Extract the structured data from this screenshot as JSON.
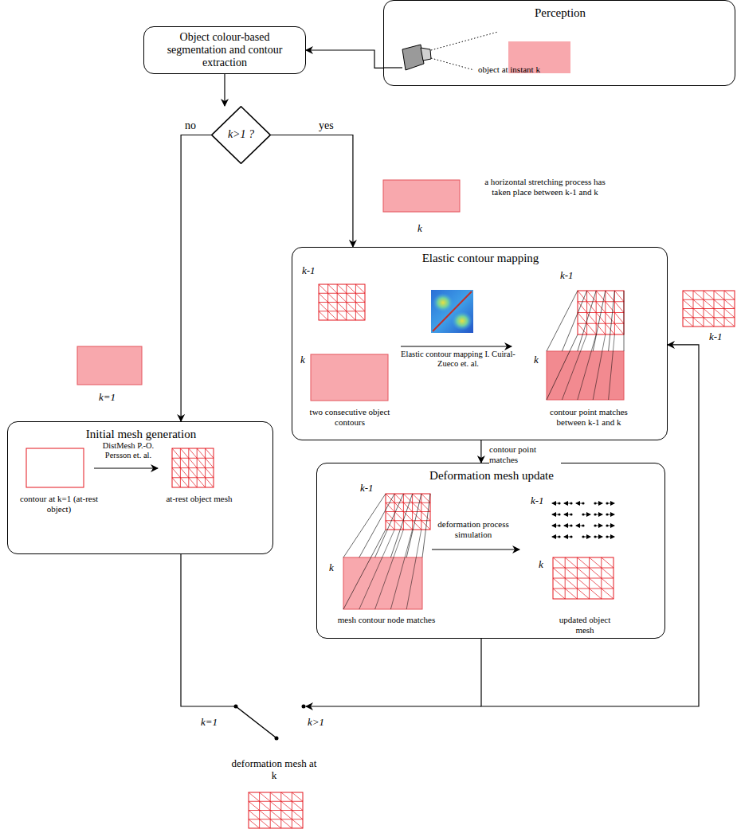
{
  "diagram": {
    "nodes": [
      {
        "text": [
          "Perception",
          "object at instant k"
        ]
      },
      {
        "text": [
          "Object colour-based segmentation and contour extraction"
        ]
      },
      {
        "text": [
          "k>1 ?"
        ]
      },
      {
        "text": [
          "Elastic contour mapping",
          "k-1",
          "k",
          "Elastic contour mapping I. Cuiral-Zueco et. al.",
          "two consecutive object contours",
          "k-1",
          "k",
          "contour point matches between k-1 and k"
        ]
      },
      {
        "text": [
          "Initial mesh generation",
          "DistMesh P.-O. Persson et. al.",
          "contour at k=1 (at-rest object)",
          "at-rest object mesh"
        ]
      },
      {
        "text": [
          "Deformation mesh update",
          "k-1",
          "k",
          "deformation process simulation",
          "mesh contour node matches",
          "k-1",
          "k",
          "updated object mesh"
        ]
      }
    ],
    "edges": [
      {
        "from": 0,
        "to": 1,
        "arrow": "to"
      },
      {
        "from": 1,
        "to": 2,
        "arrow": "to"
      },
      {
        "from": 2,
        "to": 4,
        "arrow": "to",
        "label": "no"
      },
      {
        "from": 2,
        "to": 3,
        "arrow": "to",
        "label": "yes"
      },
      {
        "from": 3,
        "to": 5,
        "arrow": "to",
        "label": "contour point matches"
      },
      {
        "from": 5,
        "to": 3,
        "arrow": "to"
      }
    ],
    "labels": [
      "a horizontal stretching process has taken place between k-1 and k",
      "k",
      "k-1",
      "k=1",
      "k=1",
      "k>1",
      "deformation mesh at k"
    ]
  }
}
